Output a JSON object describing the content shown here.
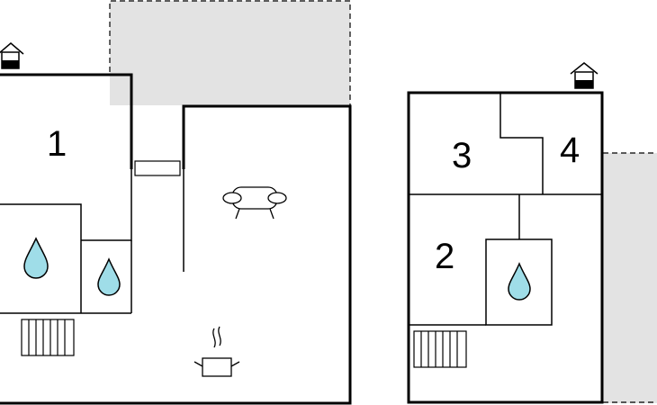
{
  "colors": {
    "terrace": "#e3e3e3",
    "water": "#9fdde8",
    "line": "#000000",
    "background": "#ffffff"
  },
  "rooms": [
    {
      "id": "room-1",
      "label": "1"
    },
    {
      "id": "room-2",
      "label": "2"
    },
    {
      "id": "room-3",
      "label": "3"
    },
    {
      "id": "room-4",
      "label": "4"
    }
  ],
  "icons": [
    "entrance-icon",
    "water-drop-icon",
    "radiator-icon",
    "sofa-icon",
    "cooking-pot-icon"
  ]
}
